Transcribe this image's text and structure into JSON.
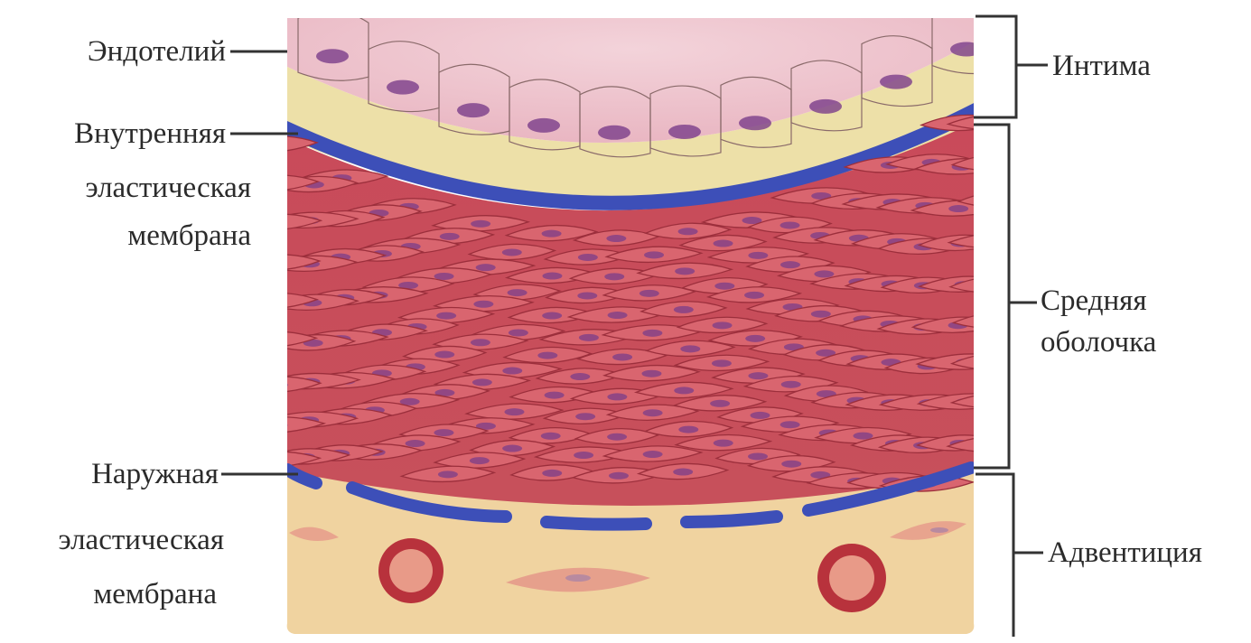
{
  "labels": {
    "endothelium": "Эндотелий",
    "internal_elastic_1": "Внутренняя",
    "internal_elastic_2": "эластическая",
    "internal_elastic_3": "мембрана",
    "external_elastic_1": "Наружная",
    "external_elastic_2": "эластическая",
    "external_elastic_3": "мембрана",
    "intima": "Интима",
    "media_1": "Средняя",
    "media_2": "оболочка",
    "adventitia": "Адвентиция"
  },
  "colors": {
    "intima_bg": "#eec6cf",
    "subendothelial": "#ede0a8",
    "elastic_membrane": "#3d4fb8",
    "smooth_muscle": "#d9656f",
    "smooth_muscle_edge": "#9c2f3c",
    "nucleus": "#7a3d8a",
    "adventitia_bg": "#f0d3a0",
    "vessel_ring": "#b8323c",
    "line": "#333333"
  }
}
